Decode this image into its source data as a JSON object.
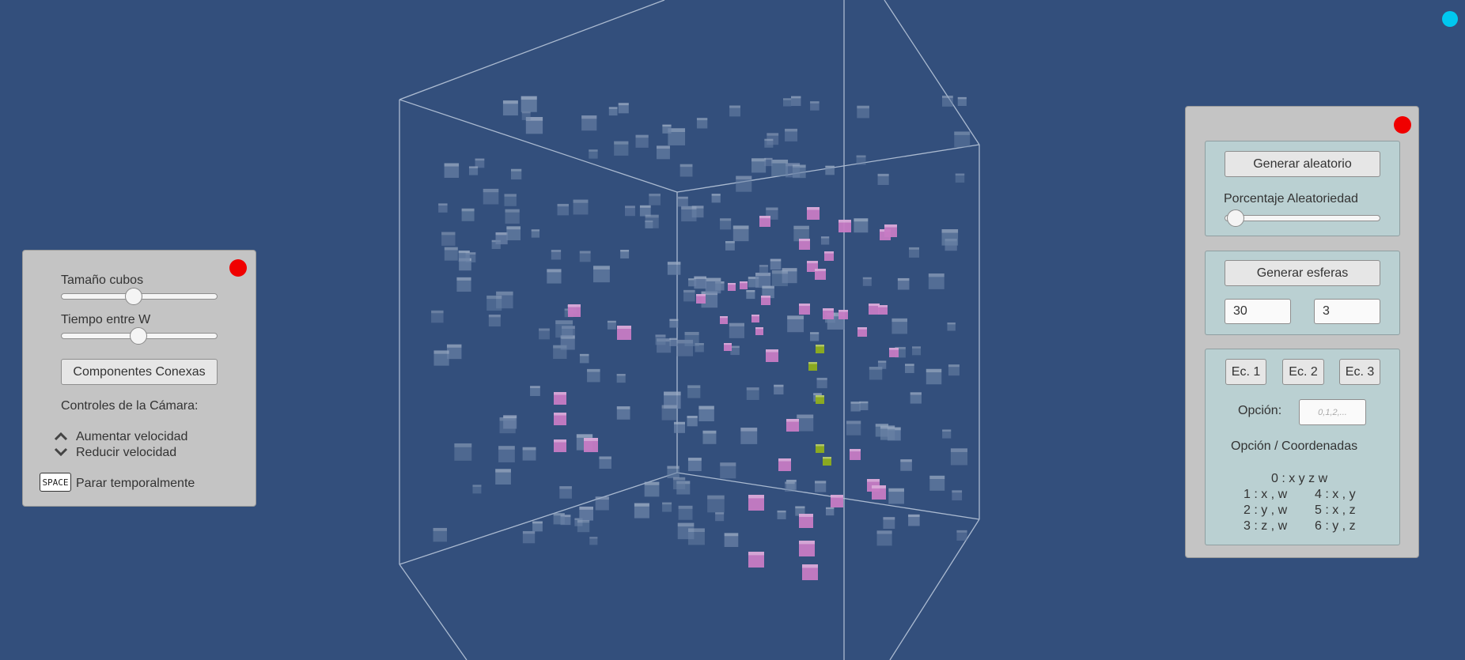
{
  "left_panel": {
    "size_label": "Tamaño cubos",
    "size_value": 0.47,
    "time_label": "Tiempo entre W",
    "time_value": 0.5,
    "components_button": "Componentes Conexas",
    "camera_heading": "Controles de la Cámara:",
    "speed_up": "Aumentar velocidad",
    "speed_down": "Reducir velocidad",
    "space_key": "SPACE",
    "pause": "Parar temporalmente"
  },
  "right_panel": {
    "random_button": "Generar aleatorio",
    "random_percent_label": "Porcentaje Aleatoriedad",
    "random_percent_value": 0.05,
    "spheres_button": "Generar esferas",
    "spheres_input_1": "30",
    "spheres_input_2": "3",
    "eq1": "Ec. 1",
    "eq2": "Ec. 2",
    "eq3": "Ec. 3",
    "option_label": "Opción:",
    "option_placeholder": "0,1,2,...",
    "option_coords_heading": "Opción / Coordenadas",
    "coords": {
      "r0": "0 : x y z w",
      "r1a": "1 : x , w",
      "r1b": "4 : x , y",
      "r2a": "2 : y , w",
      "r2b": "5 : x , z",
      "r3a": "3 : z , w",
      "r3b": "6 : y , z"
    }
  },
  "colors": {
    "background": "#334f7c",
    "panel": "#c4c4c4",
    "group": "#bad0d2",
    "close": "#f00000",
    "indicator": "#00c8f0",
    "cube_pink": "#c77bc4",
    "cube_green": "#8fae1c",
    "cube_faint": "#5b7396"
  }
}
